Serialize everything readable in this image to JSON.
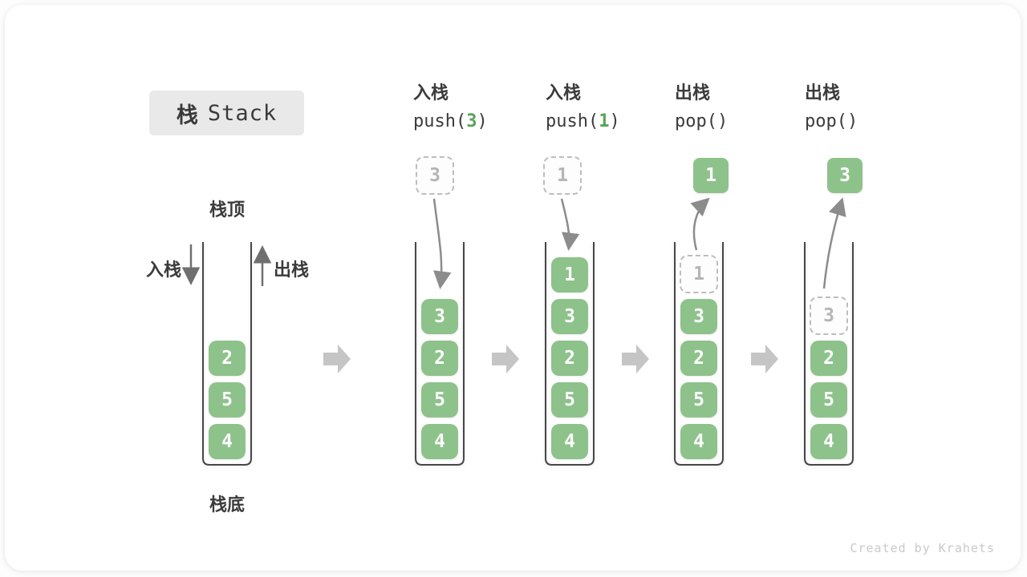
{
  "title": {
    "zh": "栈",
    "en": "Stack"
  },
  "side_labels": {
    "stack_top": "栈顶",
    "stack_bottom": "栈底",
    "push": "入栈",
    "pop": "出栈"
  },
  "operations": [
    {
      "label": "入栈",
      "code_pre": "push(",
      "code_arg": "3",
      "code_post": ")"
    },
    {
      "label": "入栈",
      "code_pre": "push(",
      "code_arg": "1",
      "code_post": ")"
    },
    {
      "label": "出栈",
      "code_pre": "pop(",
      "code_arg": "",
      "code_post": ")"
    },
    {
      "label": "出栈",
      "code_pre": "pop(",
      "code_arg": "",
      "code_post": ")"
    }
  ],
  "floating_cells": [
    {
      "value": "3",
      "style": "ghost-above-push"
    },
    {
      "value": "1",
      "style": "ghost-above-push"
    },
    {
      "value": "1",
      "style": "solid-above-pop"
    },
    {
      "value": "3",
      "style": "solid-above-pop"
    }
  ],
  "stacks": [
    {
      "name": "initial",
      "cells": [
        {
          "value": "2"
        },
        {
          "value": "5"
        },
        {
          "value": "4"
        }
      ]
    },
    {
      "name": "after-push-3",
      "cells": [
        {
          "value": "3"
        },
        {
          "value": "2"
        },
        {
          "value": "5"
        },
        {
          "value": "4"
        }
      ]
    },
    {
      "name": "after-push-1",
      "cells": [
        {
          "value": "1"
        },
        {
          "value": "3"
        },
        {
          "value": "2"
        },
        {
          "value": "5"
        },
        {
          "value": "4"
        }
      ]
    },
    {
      "name": "after-pop-1",
      "ghost": {
        "value": "1"
      },
      "cells": [
        {
          "value": "3"
        },
        {
          "value": "2"
        },
        {
          "value": "5"
        },
        {
          "value": "4"
        }
      ]
    },
    {
      "name": "after-pop-3",
      "ghost": {
        "value": "3"
      },
      "cells": [
        {
          "value": "2"
        },
        {
          "value": "5"
        },
        {
          "value": "4"
        }
      ]
    }
  ],
  "watermark": "Created by Krahets",
  "colors": {
    "cell_green": "#8EC28B",
    "code_arg_green": "#57A359",
    "curve_arrow_gray": "#8c8c8c",
    "block_arrow_gray": "#c5c5c5",
    "container_stroke": "#474747"
  }
}
